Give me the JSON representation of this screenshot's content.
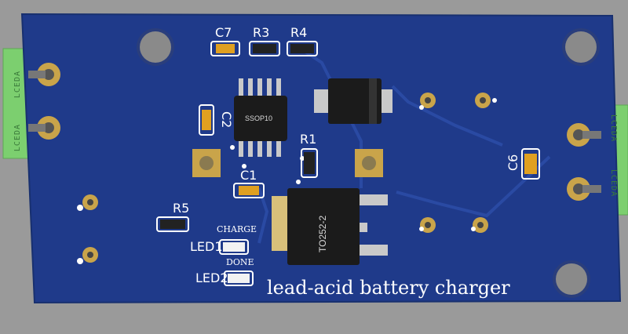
{
  "board": {
    "colors": {
      "background": "#9a9a9a",
      "pcb": "#1f3a8a",
      "pcb_edge": "#18306f",
      "silkscreen": "#ffffff",
      "pad_gold": "#c9a44a",
      "connector_green": "#7ccf6f",
      "chip_black": "#1b1b1b"
    },
    "title": "lead-acid battery charger",
    "connector_left_labels": [
      "LCEDA",
      "LCEDA"
    ],
    "connector_right_labels": [
      "LCEDA",
      "LCEDA"
    ],
    "designators": {
      "c7": "C7",
      "r3": "R3",
      "r4": "R4",
      "c2": "C2",
      "r1": "R1",
      "c1": "C1",
      "c6": "C6",
      "r5": "R5",
      "led1": "LED1",
      "led2": "LED2"
    },
    "chip_labels": {
      "ic": "SSOP10",
      "regulator": "TO252-2"
    },
    "indicator_labels": {
      "charge": "CHARGE",
      "done": "DONE"
    }
  }
}
